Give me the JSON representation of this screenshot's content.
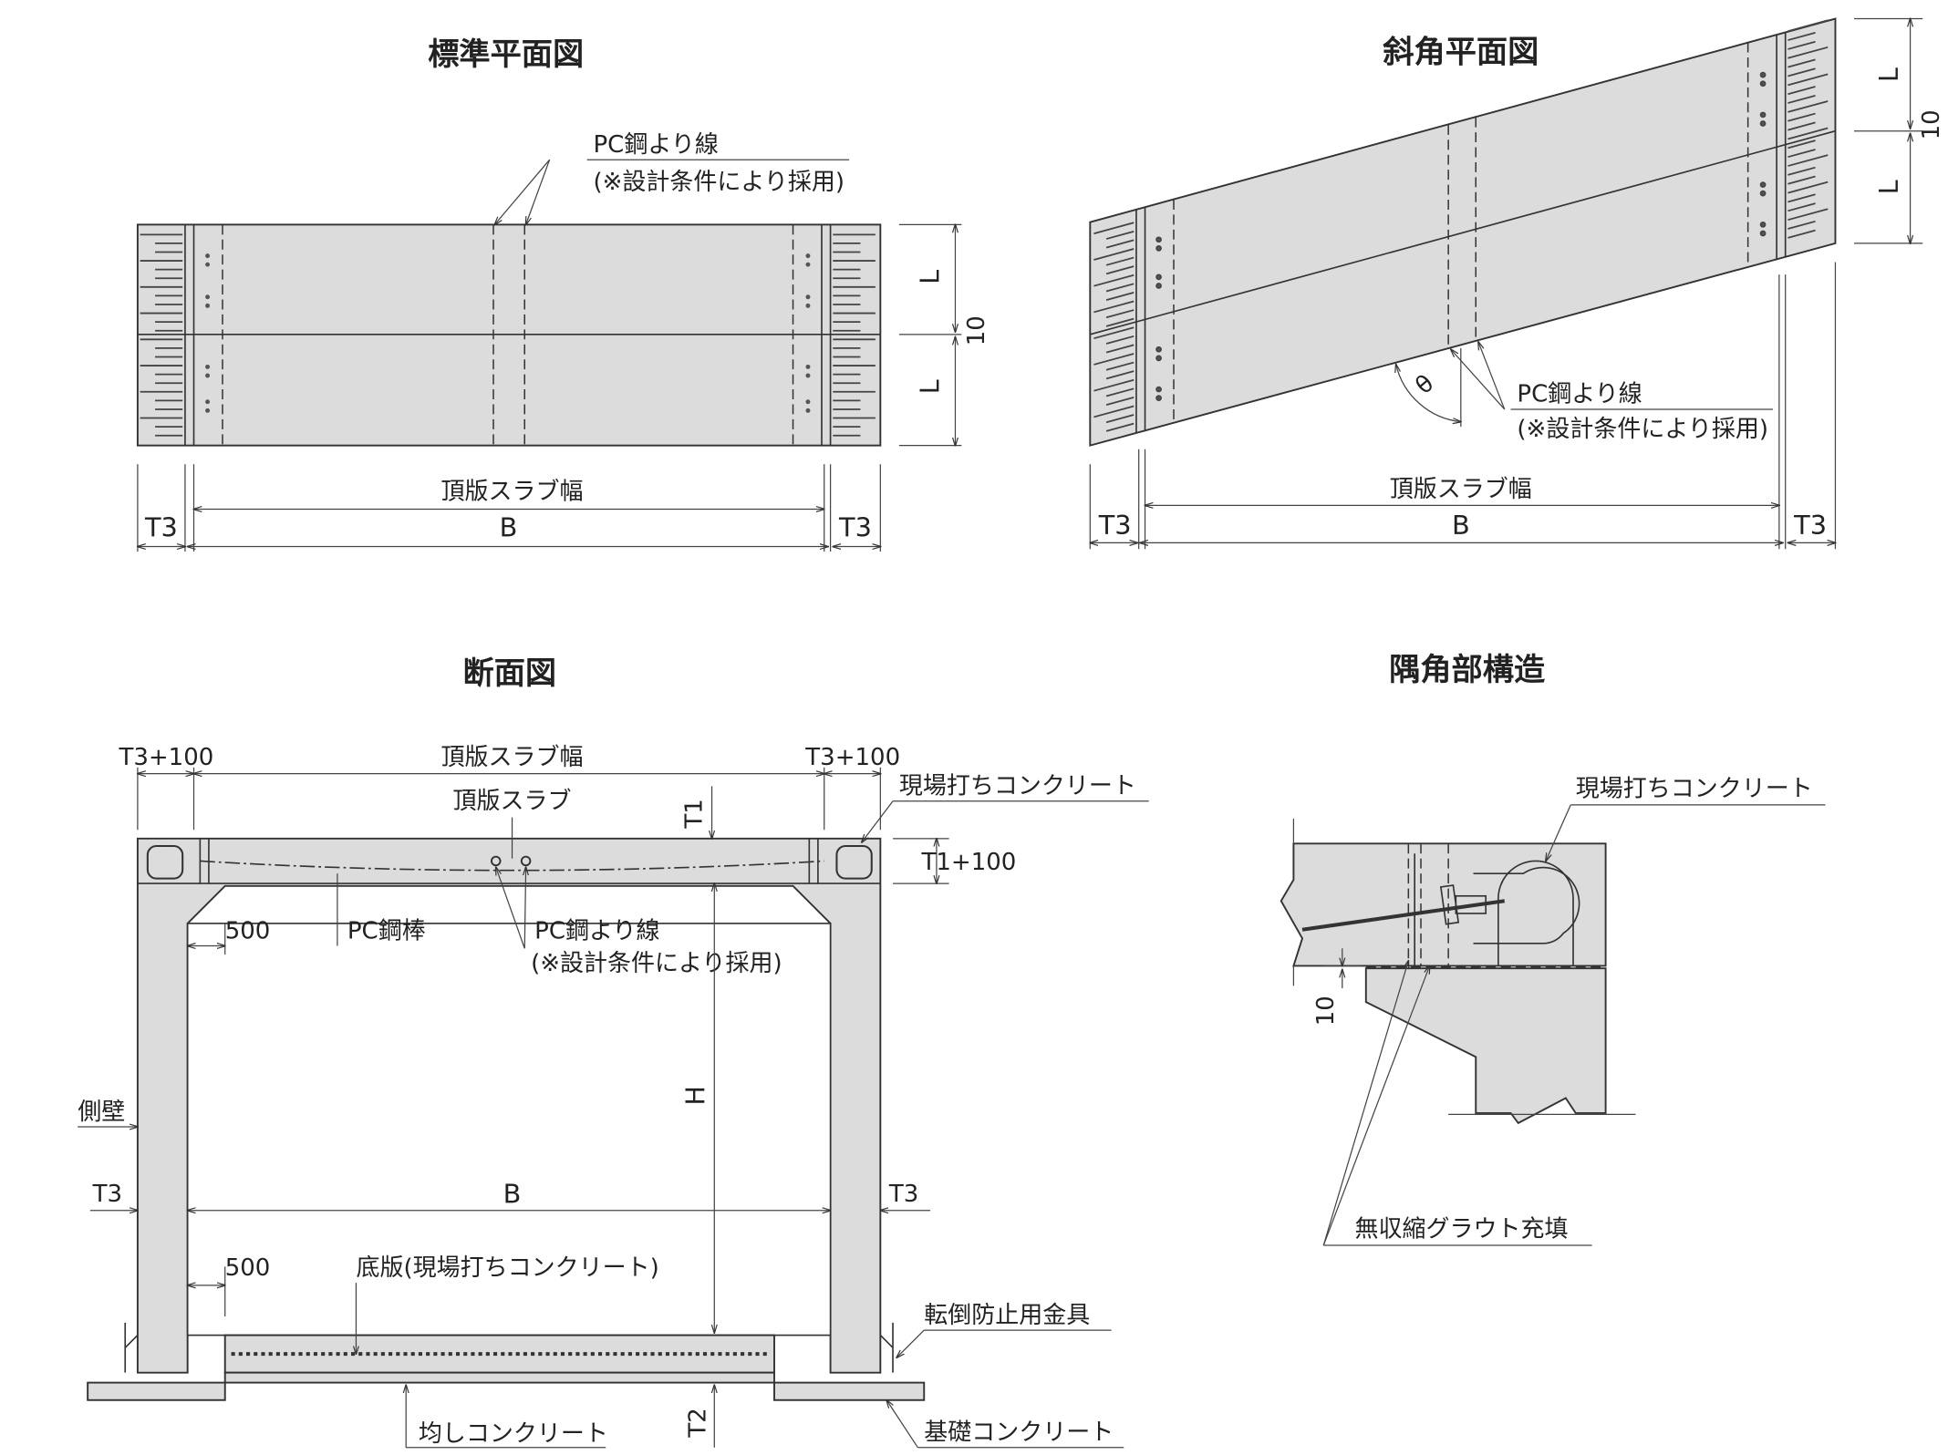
{
  "standard_plan": {
    "title": "標準平面図",
    "strand_label": "PC鋼より線",
    "strand_note": "(※設計条件により採用)",
    "dim_L1": "L",
    "dim_L2": "L",
    "dim_gap": "10",
    "slab_width": "頂版スラブ幅",
    "dim_B": "B",
    "dim_T3_left": "T3",
    "dim_T3_right": "T3"
  },
  "skew_plan": {
    "title": "斜角平面図",
    "angle": "θ",
    "strand_label": "PC鋼より線",
    "strand_note": "(※設計条件により採用)",
    "dim_L1": "L",
    "dim_L2": "L",
    "dim_gap": "10",
    "slab_width": "頂版スラブ幅",
    "dim_B": "B",
    "dim_T3_left": "T3",
    "dim_T3_right": "T3"
  },
  "section": {
    "title": "断面図",
    "dim_T3_100_left": "T3+100",
    "dim_T3_100_right": "T3+100",
    "slab_width": "頂版スラブ幅",
    "top_slab": "頂版スラブ",
    "cast_in_place": "現場打ちコンクリート",
    "dim_T1": "T1",
    "dim_T1_100": "T1+100",
    "haunch_500_top": "500",
    "pc_bar": "PC鋼棒",
    "strand_label": "PC鋼より線",
    "strand_note": "(※設計条件により採用)",
    "dim_H": "H",
    "side_wall": "側壁",
    "dim_T3_left": "T3",
    "dim_T3_right": "T3",
    "dim_B": "B",
    "haunch_500_bottom": "500",
    "bottom_slab": "底版(現場打ちコンクリート)",
    "anti_overturn": "転倒防止用金具",
    "leveling_concrete": "均しコンクリート",
    "dim_T2": "T2",
    "foundation_concrete": "基礎コンクリート"
  },
  "corner_detail": {
    "title": "隅角部構造",
    "cast_in_place": "現場打ちコンクリート",
    "dim_gap": "10",
    "grout": "無収縮グラウト充填"
  }
}
